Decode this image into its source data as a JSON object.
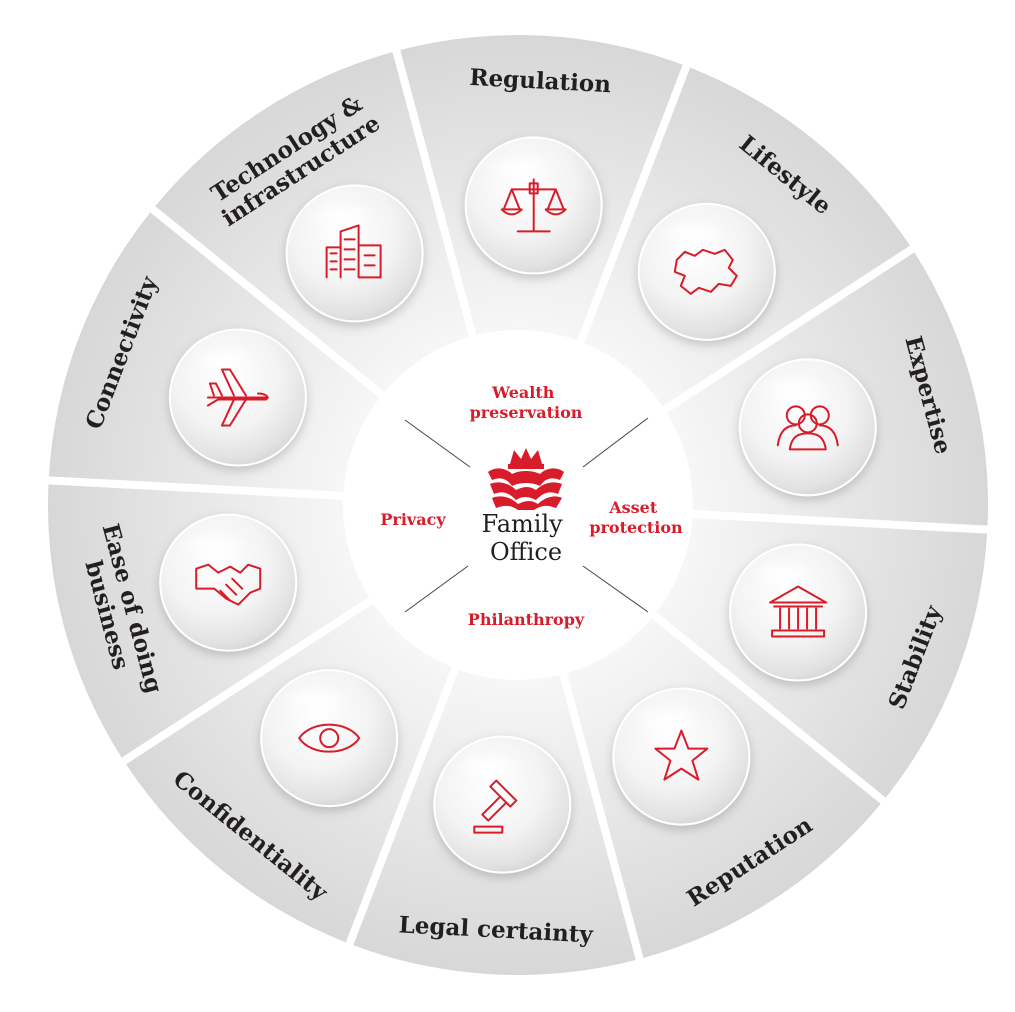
{
  "center": {
    "title_line1": "Family",
    "title_line2": "Office",
    "emblem_icon": "crowned-lions-emblem-icon"
  },
  "pillars": {
    "top_line1": "Wealth",
    "top_line2": "preservation",
    "left": "Privacy",
    "right_line1": "Asset",
    "right_line2": "protection",
    "bottom": "Philanthropy"
  },
  "segments": [
    {
      "id": "regulation",
      "lines": [
        "Regulation"
      ],
      "icon": "scales-icon"
    },
    {
      "id": "lifestyle",
      "lines": [
        "Lifestyle"
      ],
      "icon": "jersey-island-map-icon"
    },
    {
      "id": "expertise",
      "lines": [
        "Expertise"
      ],
      "icon": "people-group-icon"
    },
    {
      "id": "stability",
      "lines": [
        "Stability"
      ],
      "icon": "bank-building-icon"
    },
    {
      "id": "reputation",
      "lines": [
        "Reputation"
      ],
      "icon": "star-icon"
    },
    {
      "id": "legal-certainty",
      "lines": [
        "Legal certainty"
      ],
      "icon": "gavel-icon"
    },
    {
      "id": "confidentiality",
      "lines": [
        "Confidentiality"
      ],
      "icon": "eye-icon"
    },
    {
      "id": "ease-of-doing-business",
      "lines": [
        "Ease of doing",
        "business"
      ],
      "icon": "handshake-icon"
    },
    {
      "id": "connectivity",
      "lines": [
        "Connectivity"
      ],
      "icon": "airplane-icon"
    },
    {
      "id": "technology-infrastructure",
      "lines": [
        "Technology &",
        "infrastructure"
      ],
      "icon": "city-buildings-icon"
    }
  ],
  "colors": {
    "accent_red": "#d91c2a",
    "label_dark": "#231f20",
    "segment_fill": "#e4e4e4",
    "page_background": "#ffffff"
  }
}
